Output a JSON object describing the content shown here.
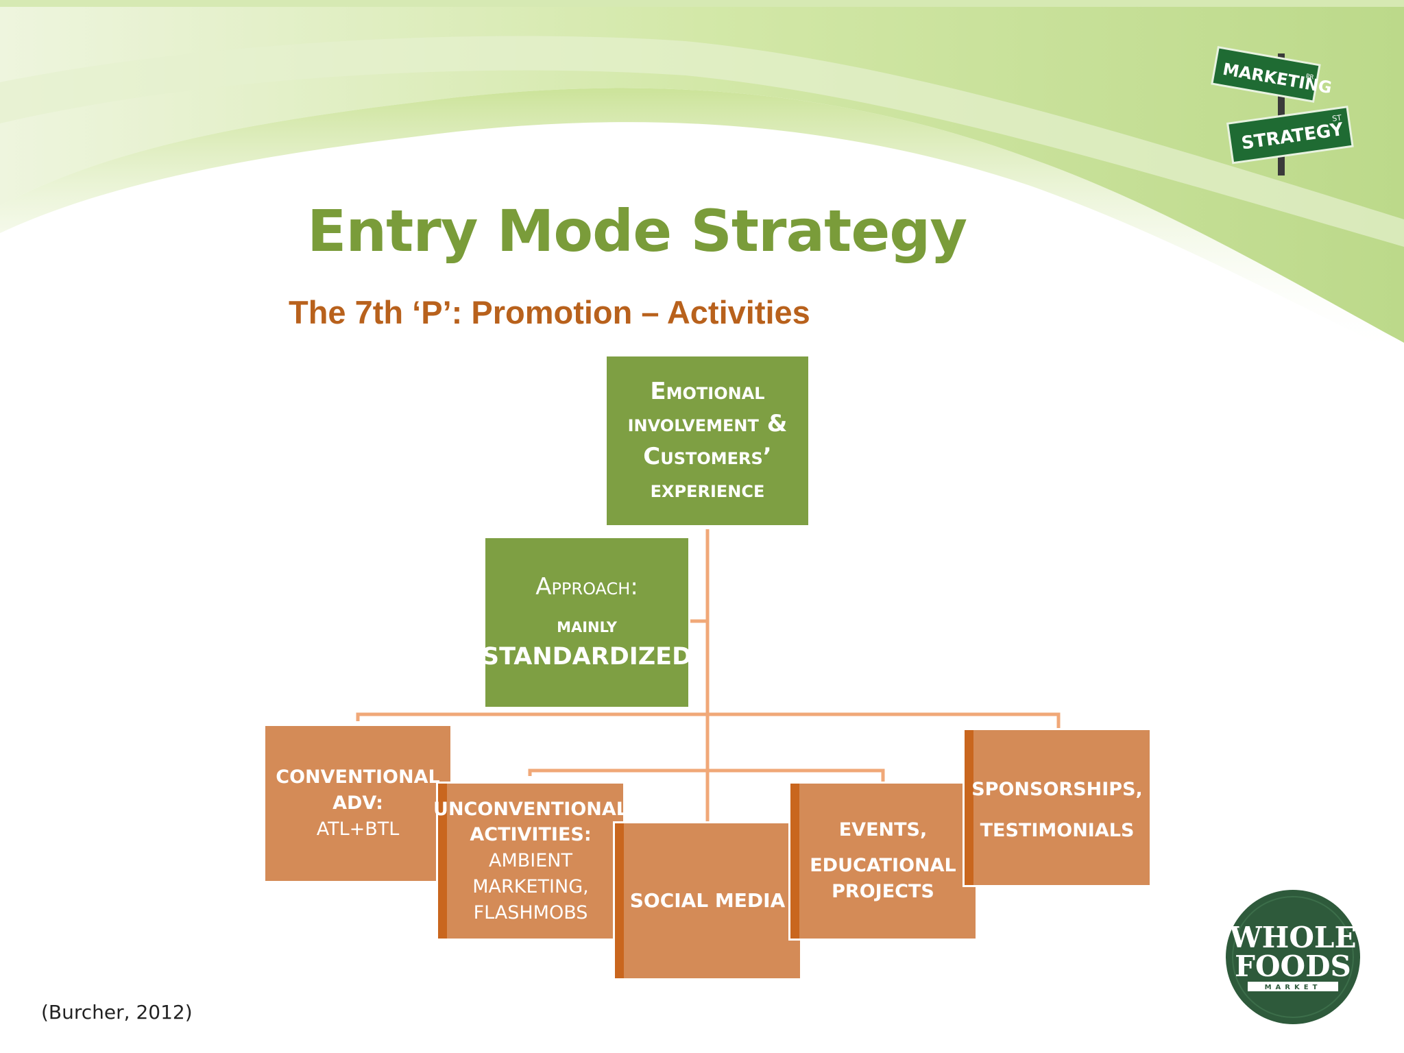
{
  "slide": {
    "title": "Entry Mode Strategy",
    "subtitle": "The 7th ‘P’: Promotion – Activities",
    "citation": "(Burcher, 2012)"
  },
  "diagram": {
    "top_box": {
      "line1": "Emotional",
      "line2": "involvement &",
      "line3": "Customers’",
      "line4": "experience"
    },
    "approach_box": {
      "line1": "Approach:",
      "line2": "mainly",
      "line3": "STANDARDIZED"
    },
    "activities": {
      "conventional": {
        "line1": "CONVENTIONAL",
        "line2": "ADV:",
        "line3": "ATL+BTL"
      },
      "unconventional": {
        "line1": "UNCONVENTIONAL",
        "line2": "ACTIVITIES:",
        "line3": "AMBIENT",
        "line4": "MARKETING,",
        "line5": "FLASHMOBS"
      },
      "social": {
        "line1": "SOCIAL MEDIA"
      },
      "events": {
        "line1": "EVENTS,",
        "line2": "EDUCATIONAL",
        "line3": "PROJECTS"
      },
      "sponsorships": {
        "line1": "SPONSORSHIPS,",
        "line2": "TESTIMONIALS"
      }
    }
  },
  "street_sign": {
    "top": "MARKETING",
    "top_suffix": "PR",
    "bottom": "STRATEGY",
    "bottom_suffix": "ST"
  },
  "logo": {
    "line1": "WHOLE",
    "line2": "FOODS",
    "line3": "MARKET"
  },
  "colors": {
    "title_green": "#7a9c3a",
    "subtitle_orange": "#b8611c",
    "box_green": "#7e9f43",
    "box_orange": "#d48b57",
    "connector": "#f0a878"
  }
}
